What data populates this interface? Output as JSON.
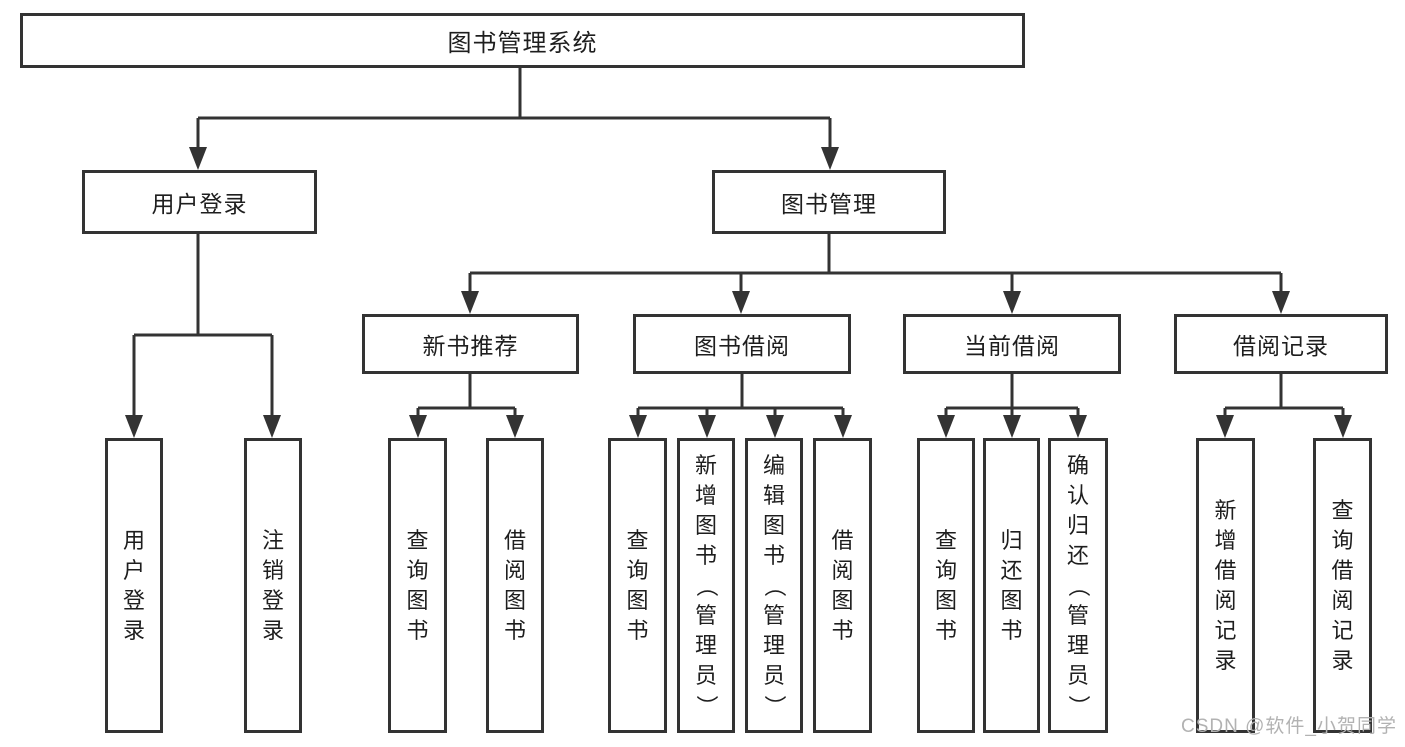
{
  "tree": {
    "root": {
      "label": "图书管理系统",
      "children": [
        {
          "label": "用户登录",
          "children": [
            {
              "label": "用户登录"
            },
            {
              "label": "注销登录"
            }
          ]
        },
        {
          "label": "图书管理",
          "children": [
            {
              "label": "新书推荐",
              "children": [
                {
                  "label": "查询图书"
                },
                {
                  "label": "借阅图书"
                }
              ]
            },
            {
              "label": "图书借阅",
              "children": [
                {
                  "label": "查询图书"
                },
                {
                  "label": "新增图书（管理员）"
                },
                {
                  "label": "编辑图书（管理员）"
                },
                {
                  "label": "借阅图书"
                }
              ]
            },
            {
              "label": "当前借阅",
              "children": [
                {
                  "label": "查询图书"
                },
                {
                  "label": "归还图书"
                },
                {
                  "label": "确认归还（管理员）"
                }
              ]
            },
            {
              "label": "借阅记录",
              "children": [
                {
                  "label": "新增借阅记录"
                },
                {
                  "label": "查询借阅记录"
                }
              ]
            }
          ]
        }
      ]
    }
  },
  "watermark": {
    "text": "CSDN @软件_小贺同学"
  },
  "colors": {
    "line": "#333333",
    "text": "#1e1e1e",
    "watermark": "#b2b2b2",
    "background": "#ffffff"
  }
}
